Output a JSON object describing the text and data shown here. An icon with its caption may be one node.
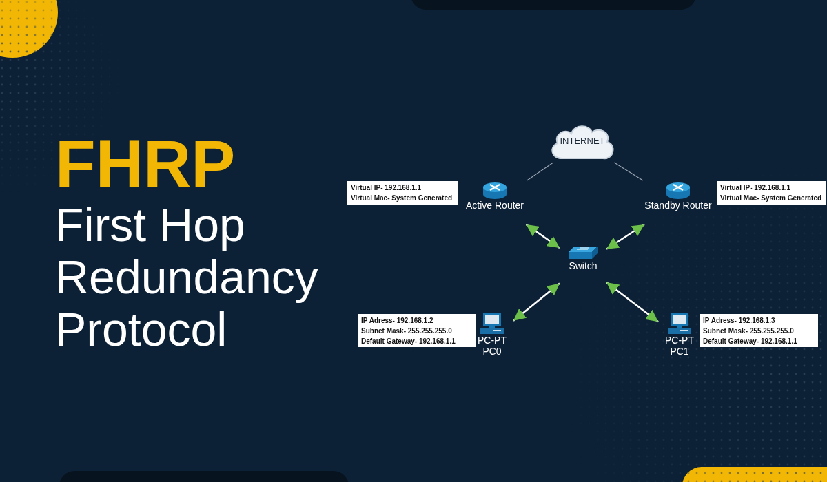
{
  "diagram": {
    "title": "FHRP",
    "labels": [
      "First Hop Redundancy Protocol"
    ],
    "nodes": [
      {
        "text": [
          "INTERNET"
        ]
      },
      {
        "text": [
          "Virtual IP- 192.168.1.1",
          "Virtual Mac- System Generated"
        ]
      },
      {
        "text": [
          "Active Router"
        ]
      },
      {
        "text": [
          "Standby Router"
        ]
      },
      {
        "text": [
          "Virtual IP- 192.168.1.1",
          "Virtual Mac- System Generated"
        ]
      },
      {
        "text": [
          "Switch"
        ]
      },
      {
        "text": [
          "IP Adress- 192.168.1.2",
          "Subnet Mask- 255.255.255.0",
          "Default Gateway- 192.168.1.1"
        ]
      },
      {
        "text": [
          "PC-PT",
          "PC0"
        ]
      },
      {
        "text": [
          "PC-PT",
          "PC1"
        ]
      },
      {
        "text": [
          "IP Adress- 192.168.1.3",
          "Subnet Mask- 255.255.255.0",
          "Default Gateway- 192.168.1.1"
        ]
      }
    ],
    "edges": [
      {
        "from": 0,
        "to": 2,
        "arrow": "none",
        "color": "#9aa6b4"
      },
      {
        "from": 0,
        "to": 3,
        "arrow": "none",
        "color": "#9aa6b4"
      },
      {
        "from": 2,
        "to": 5,
        "arrow": "both"
      },
      {
        "from": 3,
        "to": 5,
        "arrow": "both"
      },
      {
        "from": 5,
        "to": 7,
        "arrow": "both"
      },
      {
        "from": 5,
        "to": 8,
        "arrow": "both"
      }
    ]
  }
}
